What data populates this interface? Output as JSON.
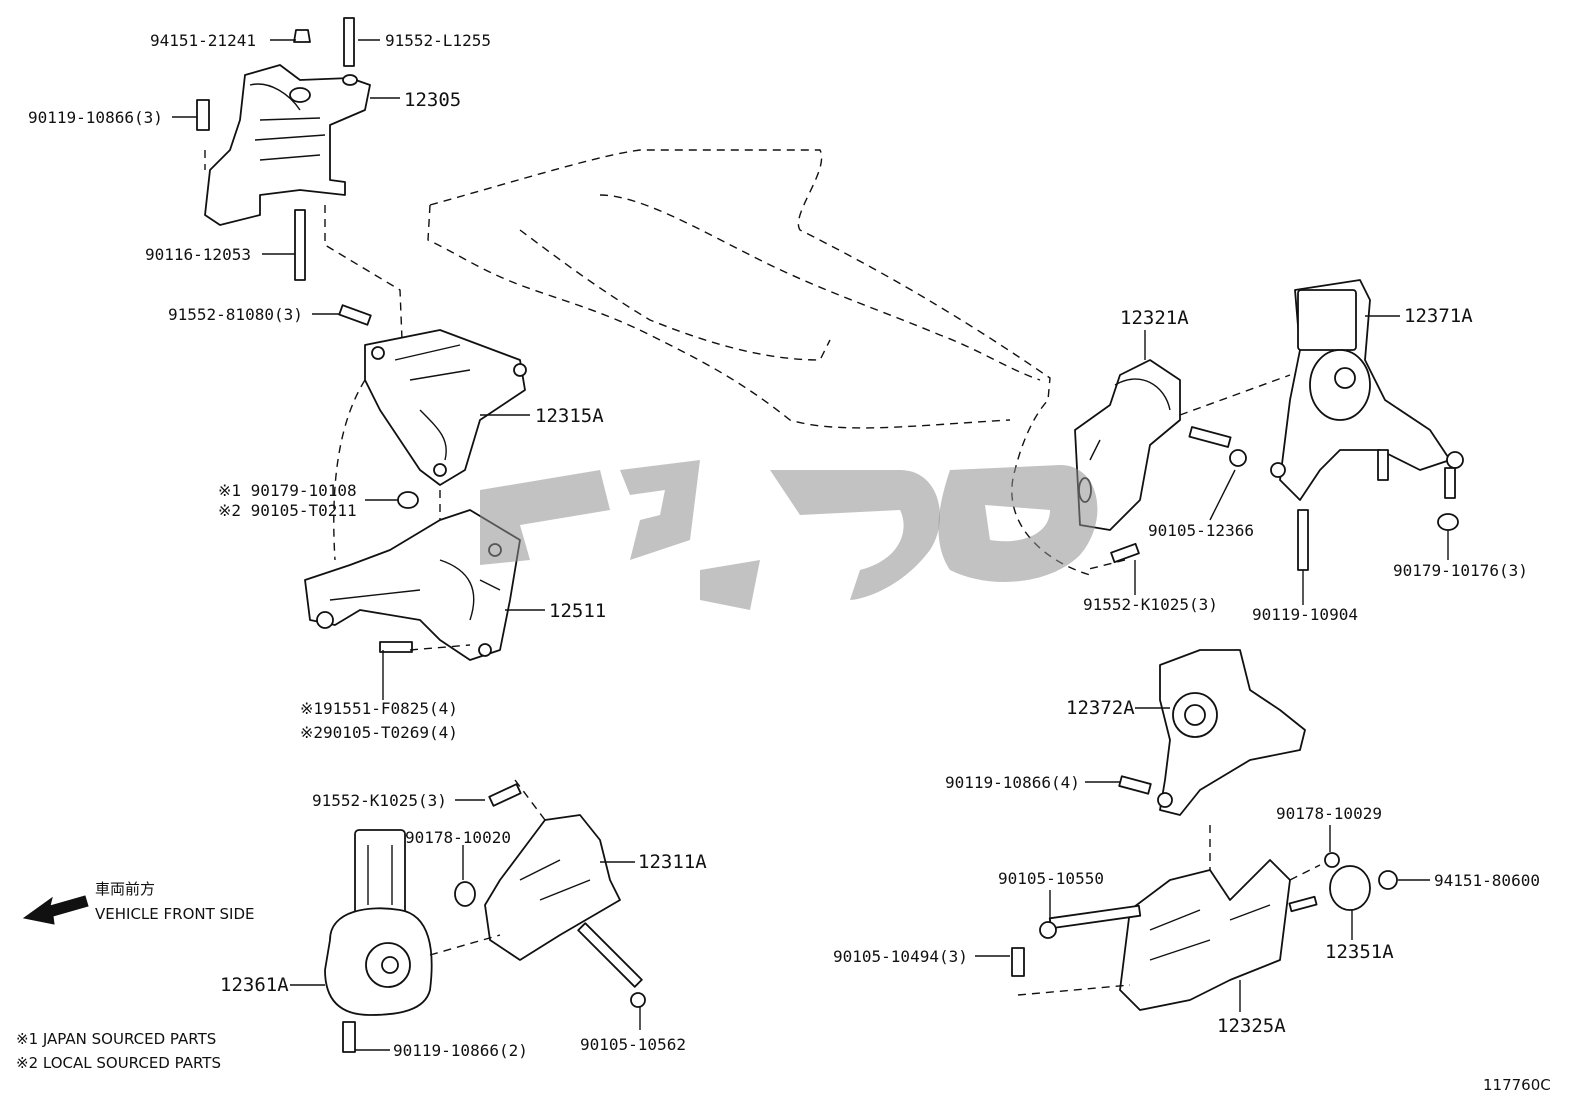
{
  "diagram": {
    "labels": [
      {
        "id": "l1",
        "text": "94151-21241"
      },
      {
        "id": "l2",
        "text": "91552-L1255"
      },
      {
        "id": "l3",
        "text": "12305"
      },
      {
        "id": "l4",
        "text": "90119-10866(3)"
      },
      {
        "id": "l5",
        "text": "90116-12053"
      },
      {
        "id": "l6",
        "text": "91552-81080(3)"
      },
      {
        "id": "l7",
        "text": "12315A"
      },
      {
        "id": "l8",
        "text": "※1 90179-10108"
      },
      {
        "id": "l9",
        "text": "※2 90105-T0211"
      },
      {
        "id": "l10",
        "text": "12511"
      },
      {
        "id": "l11",
        "text": "※191551-F0825(4)"
      },
      {
        "id": "l12",
        "text": "※290105-T0269(4)"
      },
      {
        "id": "l13",
        "text": "91552-K1025(3)"
      },
      {
        "id": "l14",
        "text": "90178-10020"
      },
      {
        "id": "l15",
        "text": "12311A"
      },
      {
        "id": "l16",
        "text": "12361A"
      },
      {
        "id": "l17",
        "text": "90119-10866(2)"
      },
      {
        "id": "l18",
        "text": "90105-10562"
      },
      {
        "id": "l19",
        "text": "12321A"
      },
      {
        "id": "l20",
        "text": "12371A"
      },
      {
        "id": "l21",
        "text": "90105-12366"
      },
      {
        "id": "l22",
        "text": "91552-K1025(3)"
      },
      {
        "id": "l23",
        "text": "90119-10904"
      },
      {
        "id": "l24",
        "text": "90179-10176(3)"
      },
      {
        "id": "l25",
        "text": "12372A"
      },
      {
        "id": "l26",
        "text": "90119-10866(4)"
      },
      {
        "id": "l27",
        "text": "90178-10029"
      },
      {
        "id": "l28",
        "text": "94151-80600"
      },
      {
        "id": "l29",
        "text": "90105-10550"
      },
      {
        "id": "l30",
        "text": "12351A"
      },
      {
        "id": "l31",
        "text": "90105-10494(3)"
      },
      {
        "id": "l32",
        "text": "12325A"
      }
    ],
    "direction": {
      "jp": "車両前方",
      "en": "VEHICLE FRONT SIDE"
    },
    "notes": [
      "※1 JAPAN SOURCED PARTS",
      "※2 LOCAL SOURCED PARTS"
    ],
    "diagram_code": "117760C",
    "watermark_glyphs": "ﺳﻴﺎﯓ"
  }
}
